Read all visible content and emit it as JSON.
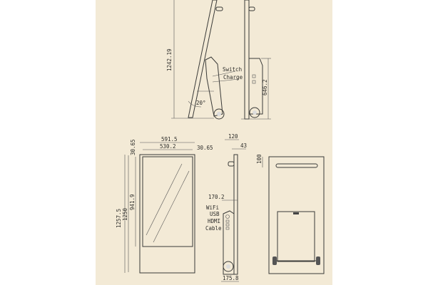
{
  "colors": {
    "paper": "#f3ead6",
    "ink": "#3a3a38"
  },
  "side_view_tilted": {
    "height_label": "1242.19",
    "switch_label": "Switch",
    "charge_label": "Charge",
    "angle_label": "20°"
  },
  "side_view_upright": {
    "base_height_label": "646.2"
  },
  "front_view": {
    "overall_width": "591.5",
    "screen_width": "530.2",
    "top_margin": "30.65",
    "side_margin": "30.65",
    "overall_height": "1257.5",
    "body_height": "1250",
    "screen_height": "941.9"
  },
  "side_view_ports": {
    "depth_label": "120",
    "panel_depth_label": "43",
    "base_depth_label": "170.2",
    "foot_depth_label": "175.8",
    "ports": [
      "WiFi",
      "USB",
      "HDMI",
      "Cable"
    ]
  },
  "back_view": {
    "handle_offset_label": "100"
  }
}
